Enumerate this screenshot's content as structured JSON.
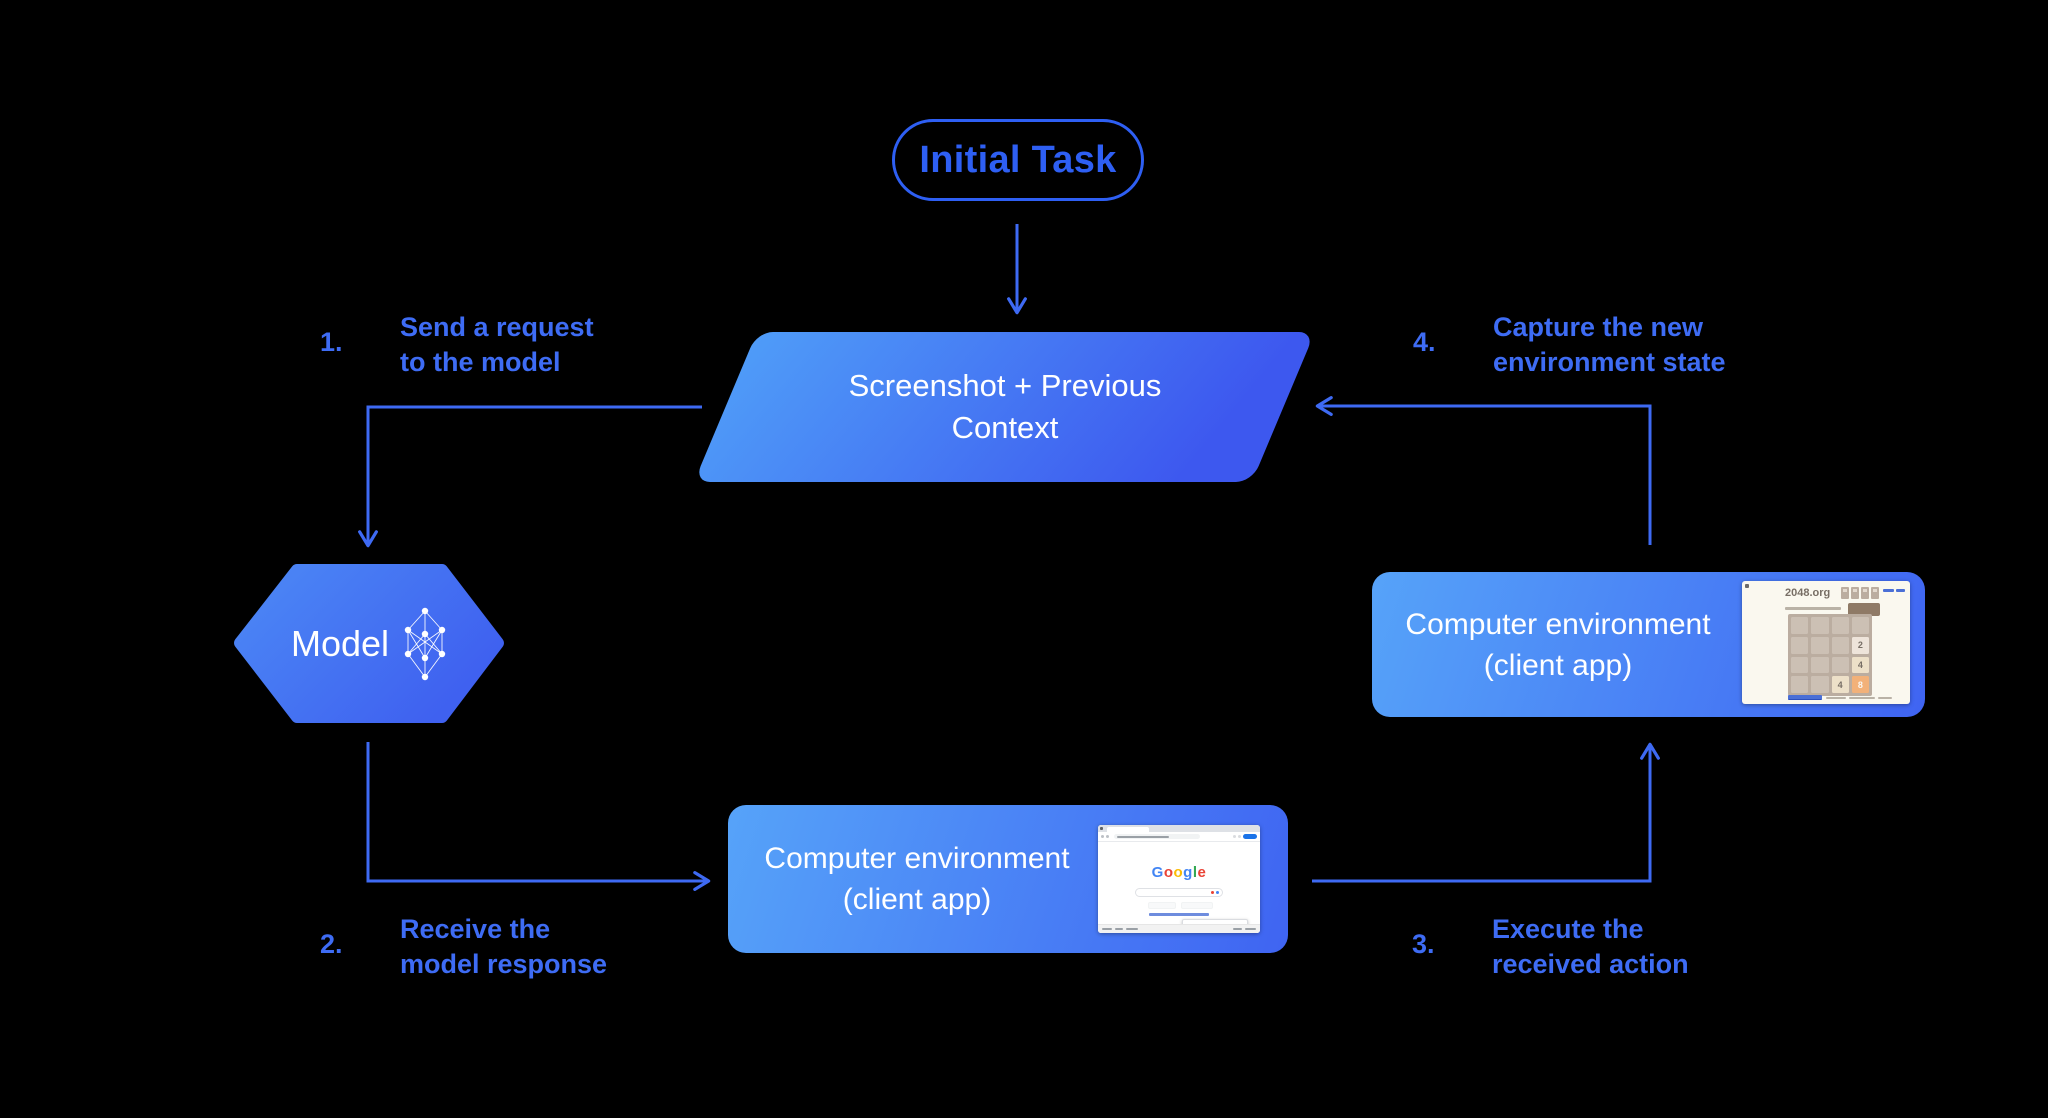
{
  "diagram": {
    "initial_task": "Initial Task",
    "screenshot_node": {
      "line1": "Screenshot + Previous",
      "line2": "Context"
    },
    "model_node": {
      "label": "Model"
    },
    "env_bottom": {
      "line1": "Computer environment",
      "line2": "(client app)"
    },
    "env_right": {
      "line1": "Computer environment",
      "line2": "(client app)"
    },
    "steps": [
      {
        "num": "1.",
        "line1": "Send a request",
        "line2": "to the model"
      },
      {
        "num": "2.",
        "line1": "Receive the",
        "line2": "model response"
      },
      {
        "num": "3.",
        "line1": "Execute the",
        "line2": "received action"
      },
      {
        "num": "4.",
        "line1": "Capture the new",
        "line2": "environment state"
      }
    ],
    "colors": {
      "background": "#000000",
      "connector_blue": "#3E6AF3",
      "label_blue": "#3E6CF4",
      "pill_blue": "#2E5FF3",
      "node_gradient_light": "#56A3F9",
      "node_gradient_dark": "#3D58EF",
      "text_white": "#FFFFFF"
    }
  },
  "google_shot": {
    "logo_letters": [
      {
        "ch": "G",
        "color": "#4285F4"
      },
      {
        "ch": "o",
        "color": "#EA4335"
      },
      {
        "ch": "o",
        "color": "#FBBC05"
      },
      {
        "ch": "g",
        "color": "#4285F4"
      },
      {
        "ch": "l",
        "color": "#34A853"
      },
      {
        "ch": "e",
        "color": "#EA4335"
      }
    ]
  },
  "game_shot": {
    "site": "2048.org",
    "tiles": [
      {
        "row": 1,
        "col": 3,
        "value": "2",
        "bg": "#EEE4DA",
        "fg": "#776E65"
      },
      {
        "row": 2,
        "col": 3,
        "value": "4",
        "bg": "#EDE0C8",
        "fg": "#776E65"
      },
      {
        "row": 3,
        "col": 2,
        "value": "4",
        "bg": "#EDE0C8",
        "fg": "#776E65"
      },
      {
        "row": 3,
        "col": 3,
        "value": "8",
        "bg": "#F2B179",
        "fg": "#F9F6F2"
      }
    ]
  }
}
